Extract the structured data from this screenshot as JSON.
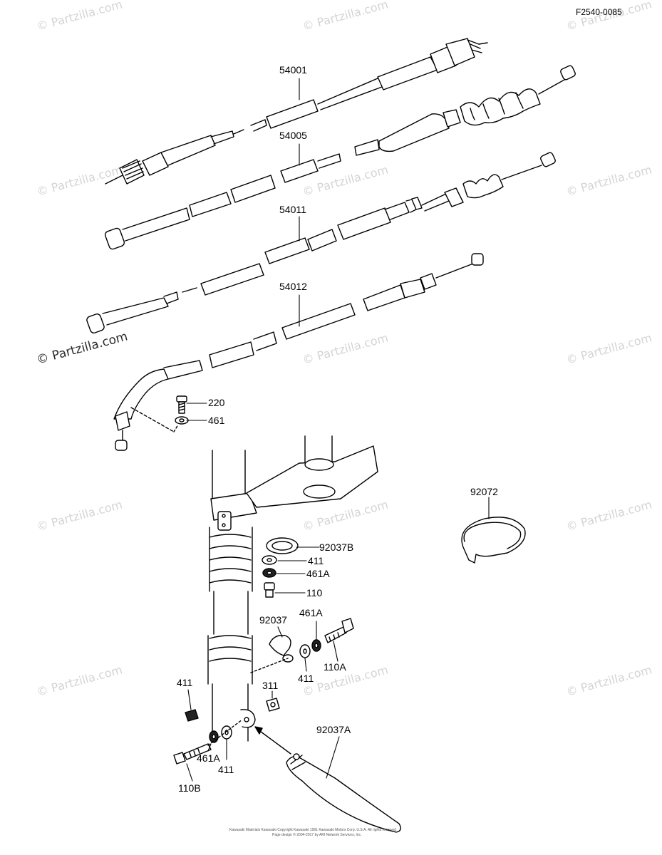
{
  "diagram_id": "F2540-0085",
  "watermark": "© Partzilla.com",
  "part_labels": {
    "p54001": "54001",
    "p54005": "54005",
    "p54011": "54011",
    "p54012": "54012",
    "p220": "220",
    "p461_top": "461",
    "p92072": "92072",
    "p92037B": "92037B",
    "p411_a": "411",
    "p461A_a": "461A",
    "p110": "110",
    "p92037": "92037",
    "p461A_b": "461A",
    "p110A": "110A",
    "p411_b": "411",
    "p411_c": "411",
    "p311": "311",
    "p92037A": "92037A",
    "p461A_c": "461A",
    "p411_d": "411",
    "p110B": "110B"
  },
  "footer": {
    "copyright": "Kawasaki Materials Kawasaki Copyright Kawasaki 1991 Kawasaki Motors Corp. U.S.A. All rights reserved",
    "page_design": "Page design © 2004-2017 by ARI Network Services, Inc."
  }
}
